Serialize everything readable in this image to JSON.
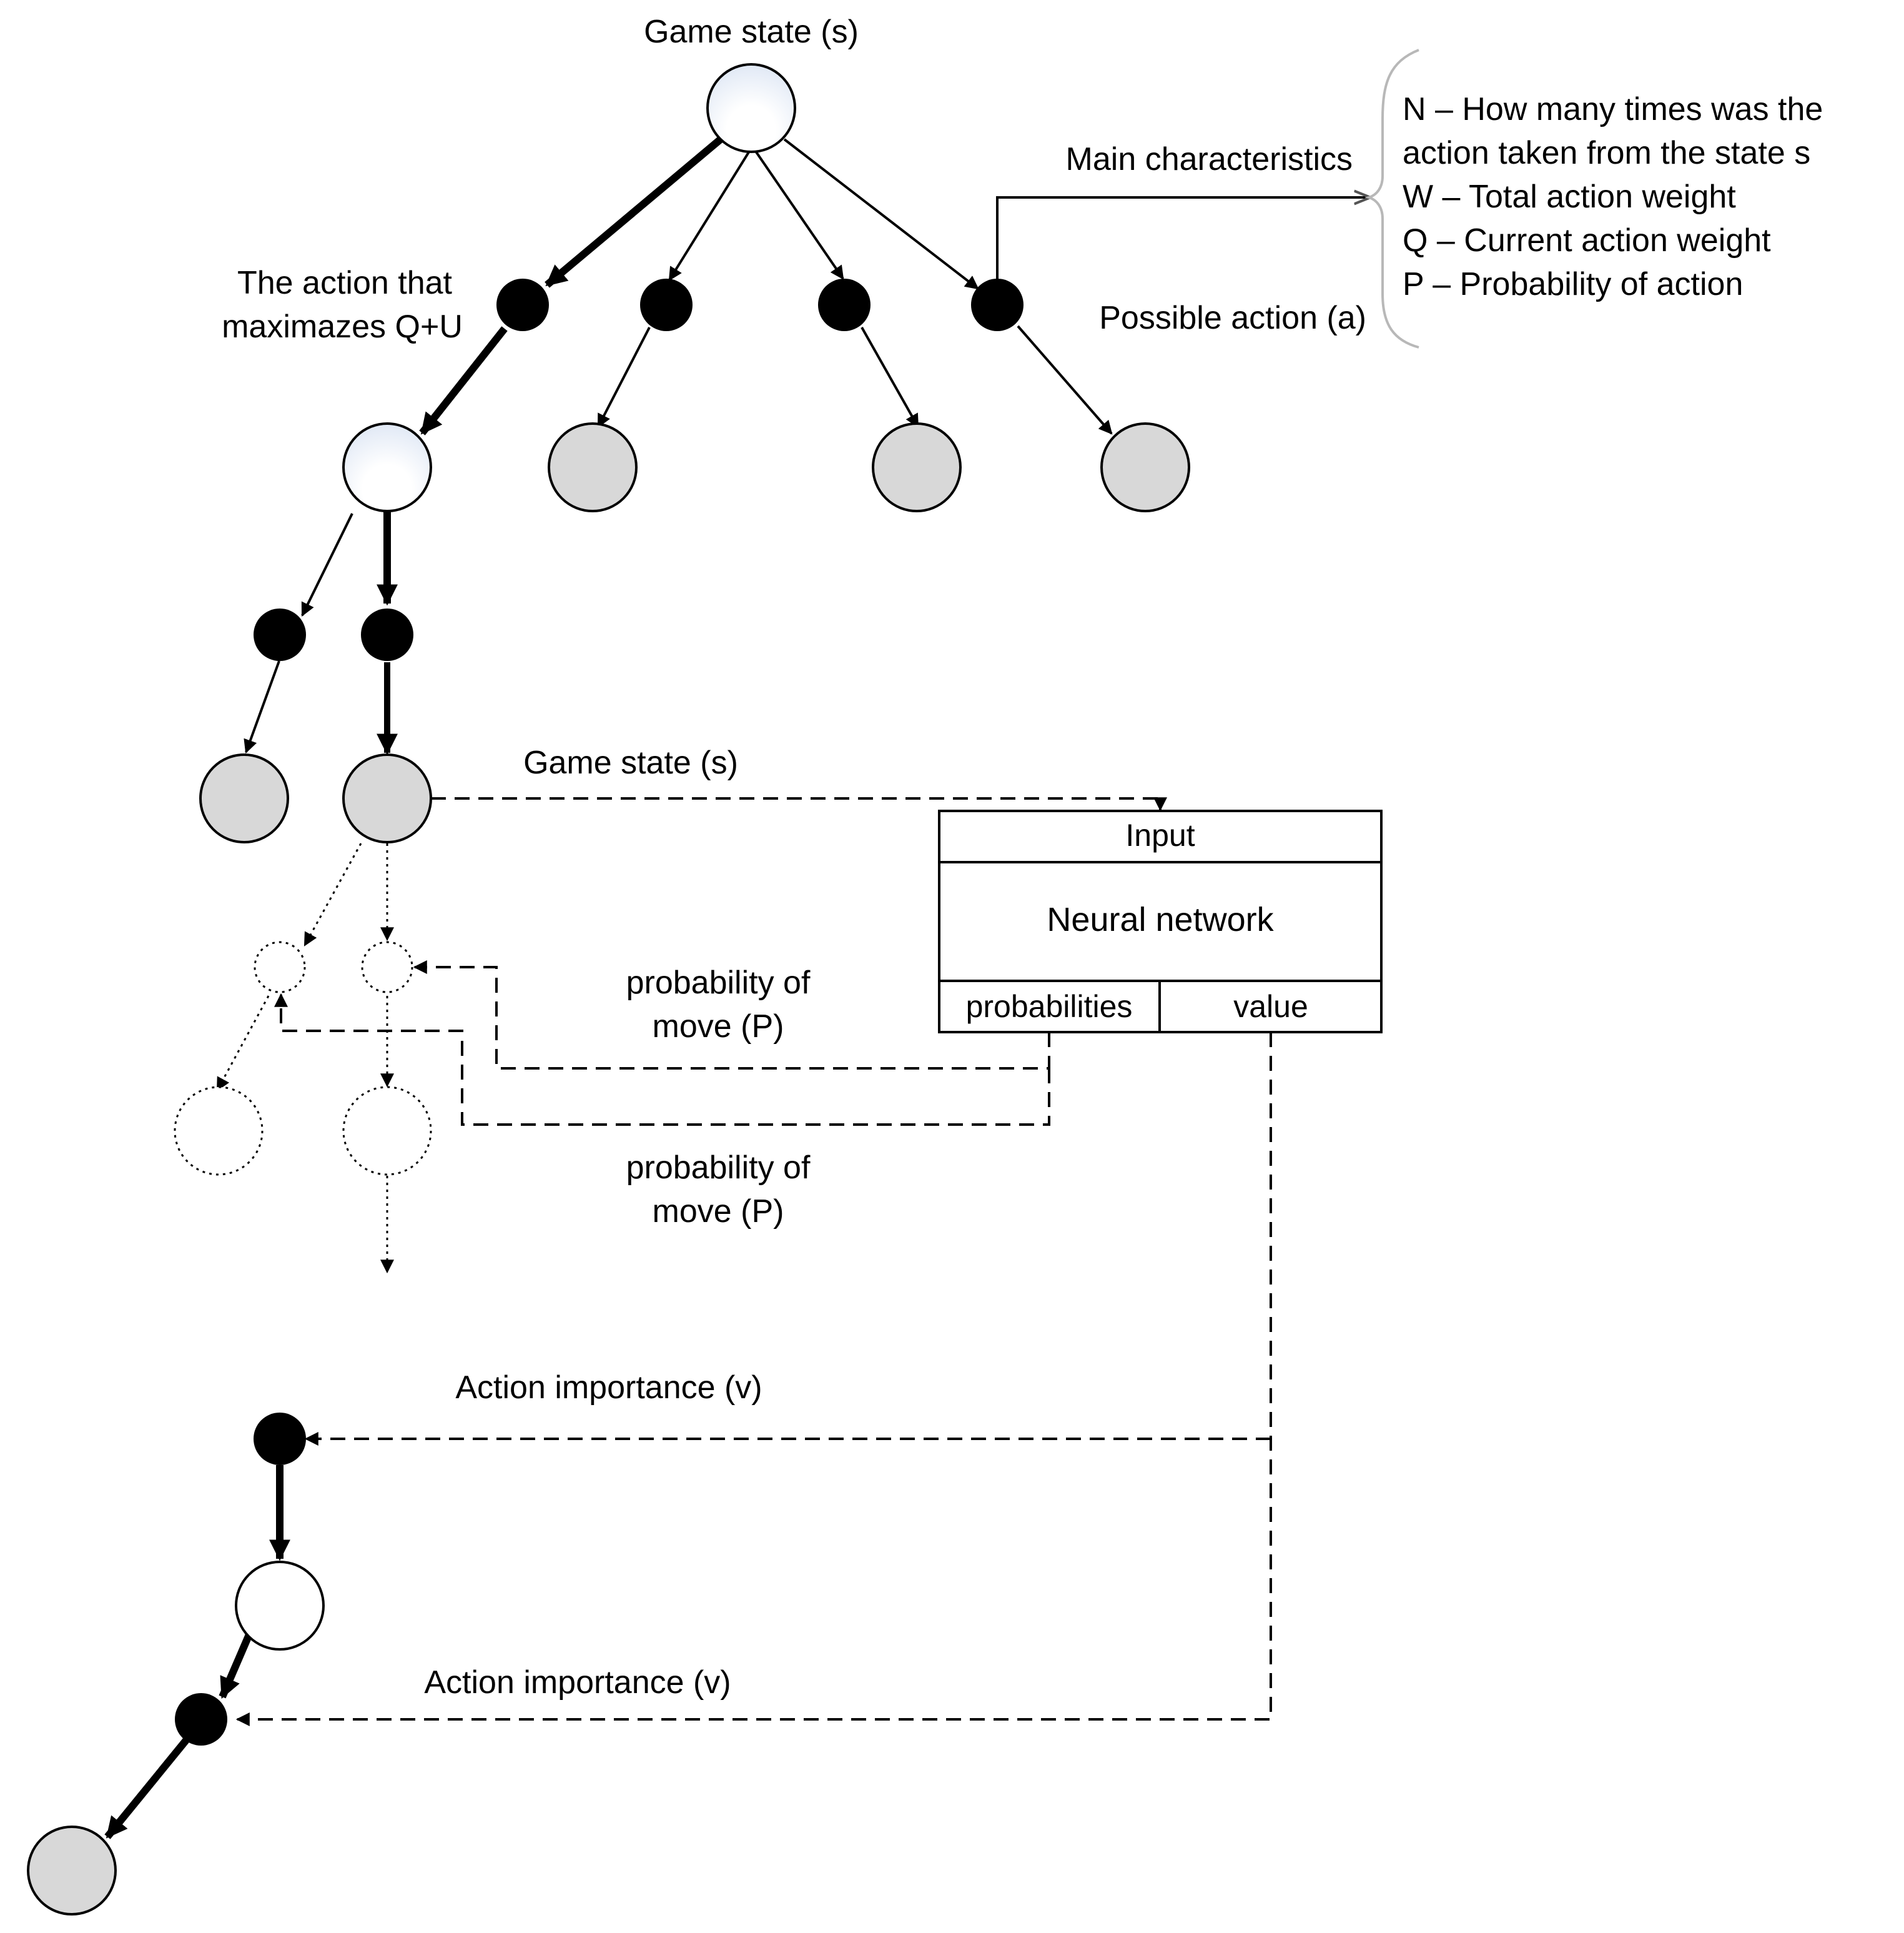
{
  "labels": {
    "game_state_top": "Game state (s)",
    "main_characteristics": "Main characteristics",
    "action_max_line1": "The action that",
    "action_max_line2": "maximazes Q+U",
    "possible_action": "Possible action (a)",
    "game_state_mid": "Game state (s)",
    "prob_move_1_line1": "probability of",
    "prob_move_1_line2": "move (P)",
    "prob_move_2_line1": "probability of",
    "prob_move_2_line2": "move (P)",
    "action_importance_1": "Action importance (v)",
    "action_importance_2": "Action importance (v)"
  },
  "characteristics": [
    "N – How many times was the",
    "action taken from the state s",
    "W – Total action weight",
    "Q – Current action weight",
    "P – Probability of action"
  ],
  "neural_network": {
    "input": "Input",
    "title": "Neural network",
    "probabilities": "probabilities",
    "value": "value"
  },
  "colors": {
    "action_node": "#000000",
    "leaf_state": "#d8d8d8",
    "open_state": "#ffffff",
    "state_gradient_edge": "#dde6f4",
    "brace": "#b8b8b8",
    "stroke": "#000000"
  }
}
